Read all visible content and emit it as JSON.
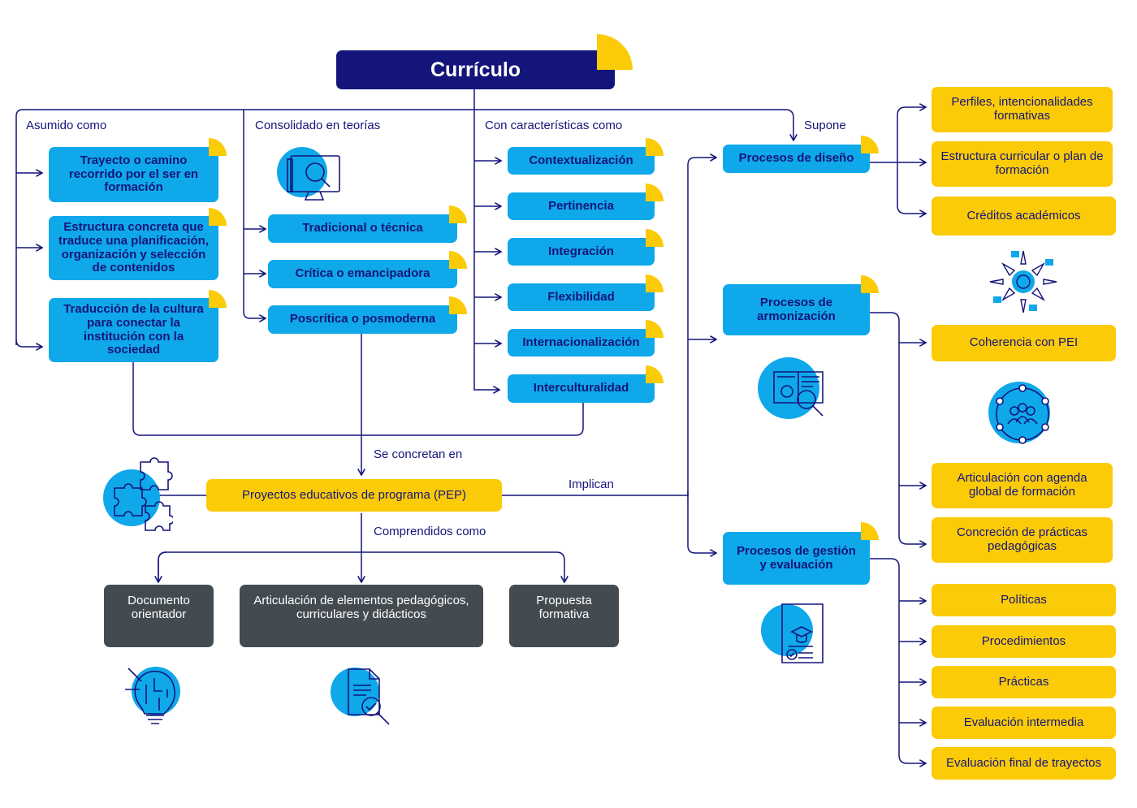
{
  "title": "Currículo",
  "colors": {
    "navy": "#14157a",
    "blue": "#0fa8ea",
    "yellow": "#fbcb08",
    "gray": "#444b50"
  },
  "branches": {
    "asumido": "Asumido como",
    "consolidado": "Consolidado en teorías",
    "caracteristicas": "Con características como",
    "supone": "Supone"
  },
  "asumido_items": [
    "Trayecto o camino recorrido por el ser en formación",
    "Estructura concreta que traduce una planificación, organización y selección de contenidos",
    "Traducción de la cultura para conectar la institución con la sociedad"
  ],
  "teorias_items": [
    "Tradicional o técnica",
    "Crítica o emancipadora",
    "Poscrítica o posmoderna"
  ],
  "caracteristicas_items": [
    "Contextualización",
    "Pertinencia",
    "Integración",
    "Flexibilidad",
    "Internacionalización",
    "Interculturalidad"
  ],
  "procesos": {
    "diseno": "Procesos de diseño",
    "armonizacion": "Procesos de armonización",
    "gestion": "Procesos de gestión y evaluación"
  },
  "diseno_items": [
    "Perfiles, intencionalidades formativas",
    "Estructura curricular o plan de formación",
    "Créditos académicos"
  ],
  "armonizacion_items": [
    "Coherencia con PEI",
    "Articulación con agenda global de formación",
    "Concreción de prácticas pedagógicas"
  ],
  "gestion_items": [
    "Políticas",
    "Procedimientos",
    "Prácticas",
    "Evaluación intermedia",
    "Evaluación final de trayectos"
  ],
  "connectors": {
    "se_concretan": "Se concretan en",
    "implican": "Implican",
    "comprendidos": "Comprendidos como"
  },
  "pep": "Proyectos educativos de programa (PEP)",
  "pep_items": [
    "Documento orientador",
    "Articulación de elementos pedagógicos, curriculares y didácticos",
    "Propuesta formativa"
  ],
  "icons": [
    "computer-search-icon",
    "puzzle-icon",
    "lightbulb-circuit-icon",
    "document-search-icon",
    "cycle-process-icon",
    "book-gear-icon",
    "people-network-icon",
    "diploma-document-icon"
  ]
}
